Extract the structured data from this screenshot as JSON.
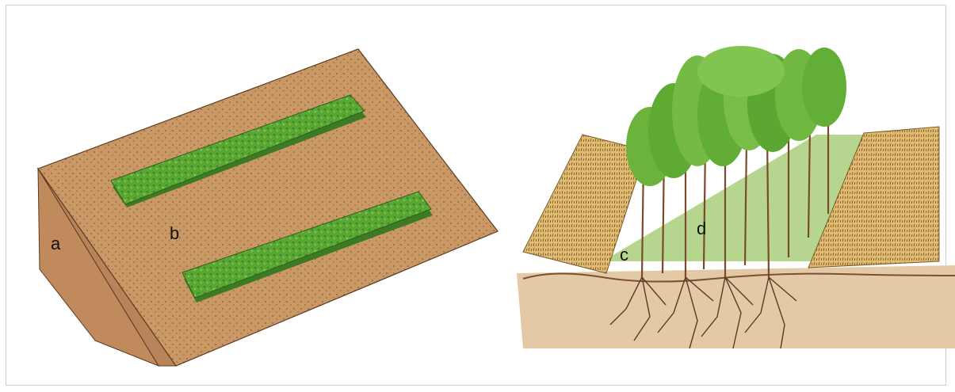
{
  "labels": {
    "a": "a",
    "b": "b",
    "c": "c",
    "d": "d"
  },
  "colors": {
    "soil_slope": "#c99865",
    "soil_side": "#b98358",
    "hedge": "#4f9d2f",
    "hedge_light": "#7cc04a",
    "crop": "#dcb56a",
    "grass": "#a9cf7c",
    "canopy": "#6cb33c",
    "ground": "#d8b48c"
  }
}
